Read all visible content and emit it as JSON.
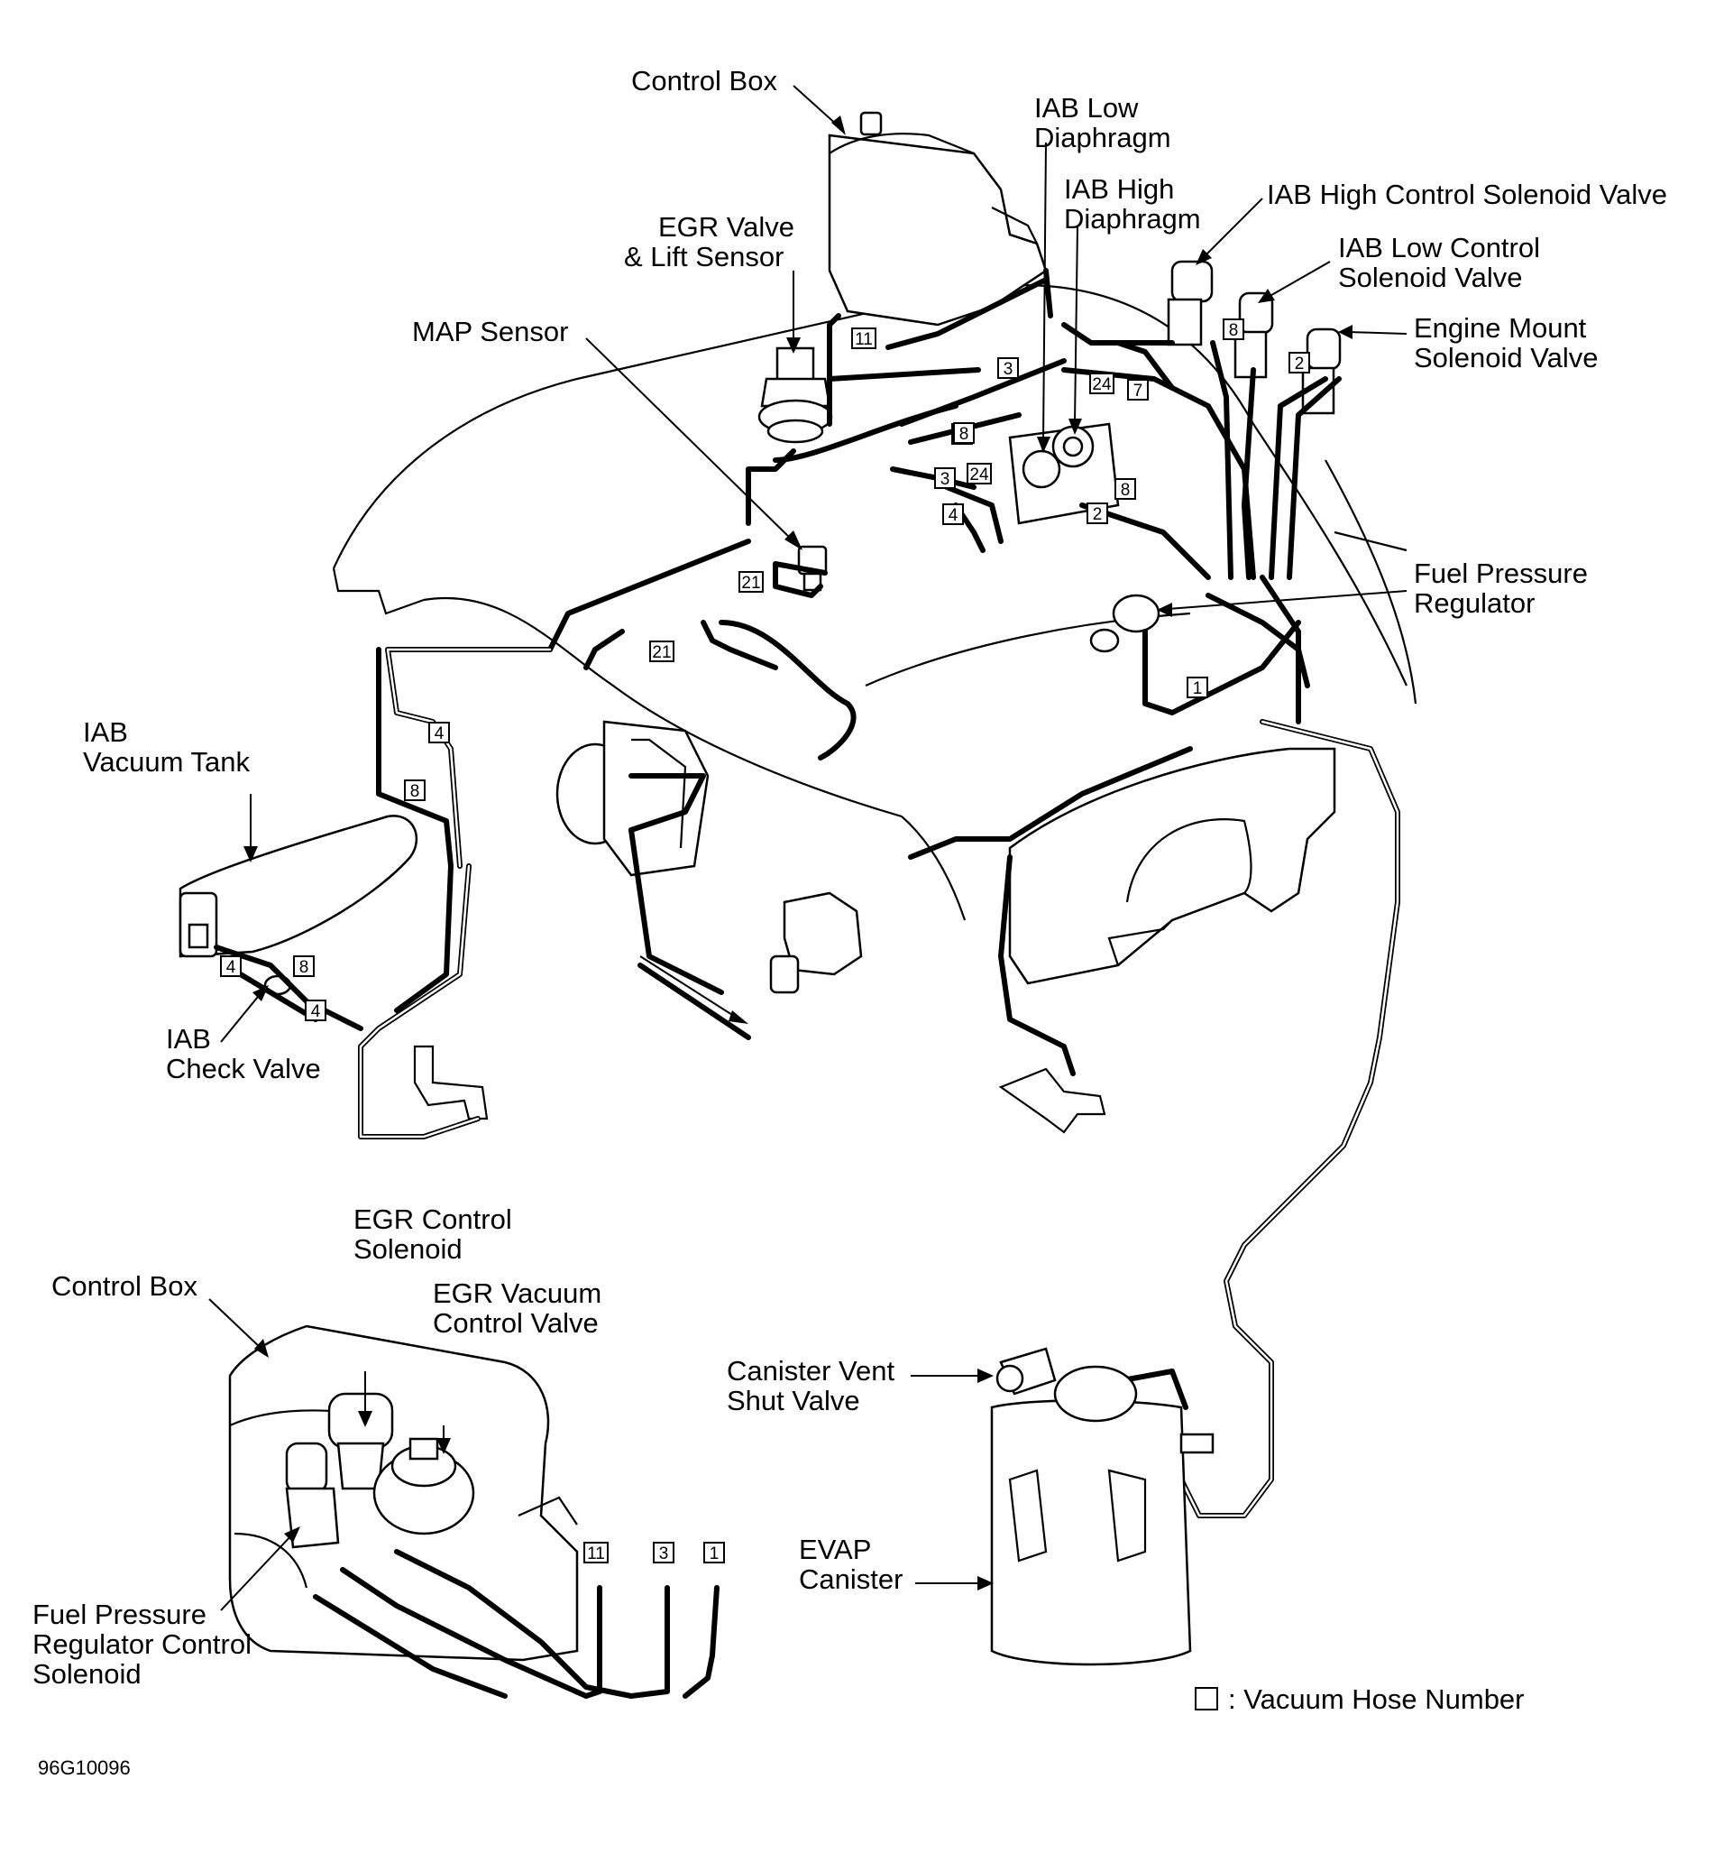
{
  "labels": {
    "control_box_top": "Control Box",
    "egr_valve": [
      "EGR Valve",
      "& Lift Sensor"
    ],
    "map_sensor": "MAP Sensor",
    "iab_low_diaphragm": [
      "IAB Low",
      "Diaphragm"
    ],
    "iab_high_diaphragm": [
      "IAB High",
      "Diaphragm"
    ],
    "iab_high_control": "IAB High Control Solenoid Valve",
    "iab_low_control": [
      "IAB Low Control",
      "Solenoid Valve"
    ],
    "engine_mount": [
      "Engine Mount",
      "Solenoid Valve"
    ],
    "fuel_pressure_regulator": [
      "Fuel Pressure",
      "Regulator"
    ],
    "iab_vacuum_tank": [
      "IAB",
      "Vacuum Tank"
    ],
    "iab_check_valve": [
      "IAB",
      "Check Valve"
    ],
    "egr_control_solenoid": [
      "EGR Control",
      "Solenoid"
    ],
    "egr_vacuum_control": [
      "EGR Vacuum",
      "Control Valve"
    ],
    "control_box_bottom": "Control Box",
    "fpr_control_solenoid": [
      "Fuel Pressure",
      "Regulator Control",
      "Solenoid"
    ],
    "canister_vent": [
      "Canister Vent",
      "Shut Valve"
    ],
    "evap_canister": [
      "EVAP",
      "Canister"
    ]
  },
  "legend": {
    "text": ": Vacuum Hose Number"
  },
  "figure_code": "96G10096",
  "hose_tags": [
    "11",
    "3",
    "8",
    "24",
    "7",
    "8",
    "2",
    "8",
    "3",
    "24",
    "4",
    "2",
    "8",
    "21",
    "21",
    "1",
    "4",
    "8",
    "4",
    "8",
    "4",
    "11",
    "3",
    "1"
  ]
}
